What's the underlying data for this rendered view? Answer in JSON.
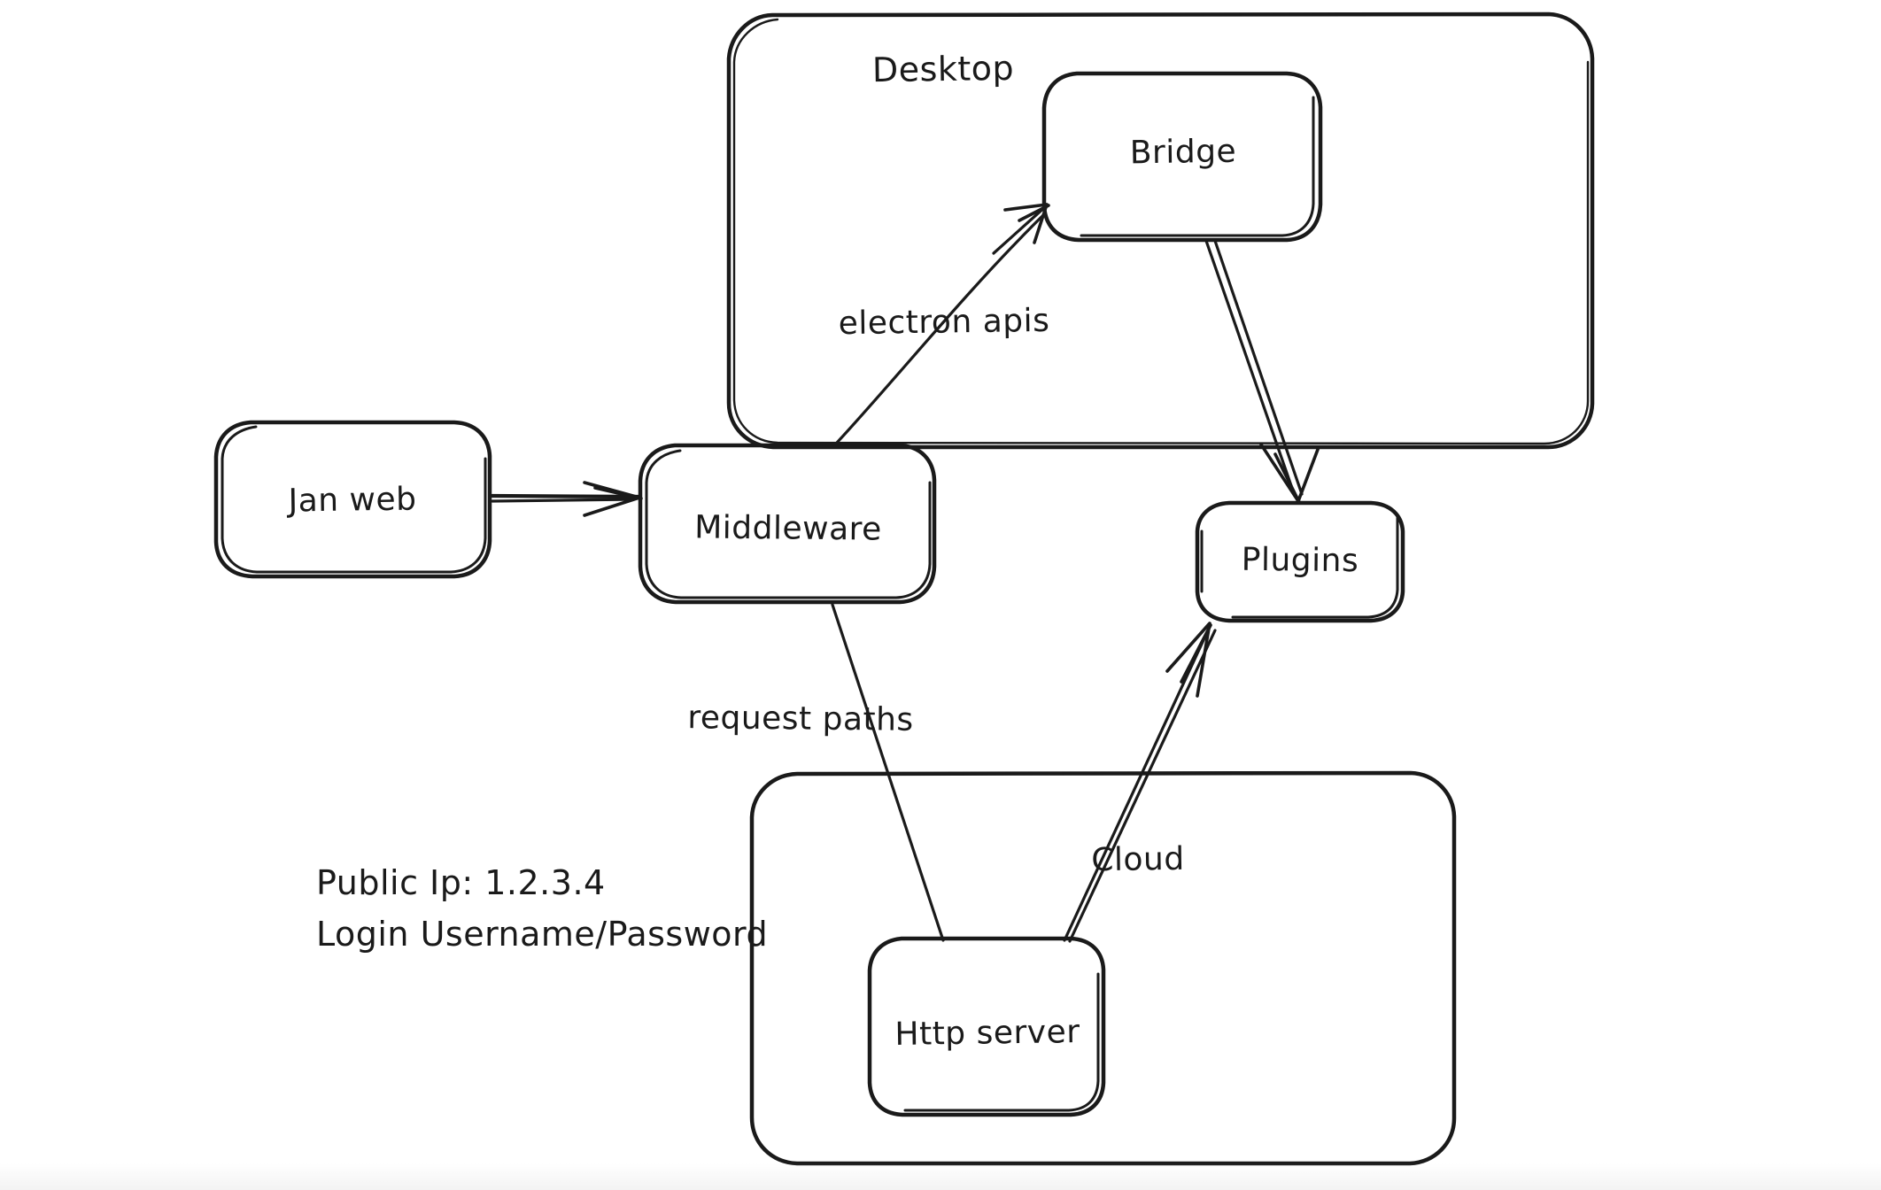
{
  "diagram": {
    "background_color": "#ffffff",
    "ink_color": "#1a1a1a",
    "style": "hand-drawn whiteboard sketch",
    "groups": [
      {
        "id": "desktop",
        "label": "Desktop"
      },
      {
        "id": "cloud-group",
        "label": ""
      }
    ],
    "nodes": [
      {
        "id": "jan-web",
        "label": "Jan web"
      },
      {
        "id": "middleware",
        "label": "Middleware"
      },
      {
        "id": "bridge",
        "label": "Bridge"
      },
      {
        "id": "plugins",
        "label": "Plugins"
      },
      {
        "id": "http-server",
        "label": "Http server"
      }
    ],
    "edges": [
      {
        "id": "jan-to-middleware",
        "from": "jan-web",
        "to": "middleware",
        "label": ""
      },
      {
        "id": "middleware-to-bridge",
        "from": "middleware",
        "to": "bridge",
        "label": "electron apis"
      },
      {
        "id": "bridge-to-plugins",
        "from": "bridge",
        "to": "plugins",
        "label": ""
      },
      {
        "id": "http-to-middleware",
        "from": "http-server",
        "to": "middleware",
        "label": "request paths"
      },
      {
        "id": "http-to-plugins",
        "from": "http-server",
        "to": "plugins",
        "label": "Cloud"
      }
    ],
    "notes": {
      "public_ip_line": "Public Ip: 1.2.3.4",
      "login_line": "Login Username/Password"
    }
  }
}
